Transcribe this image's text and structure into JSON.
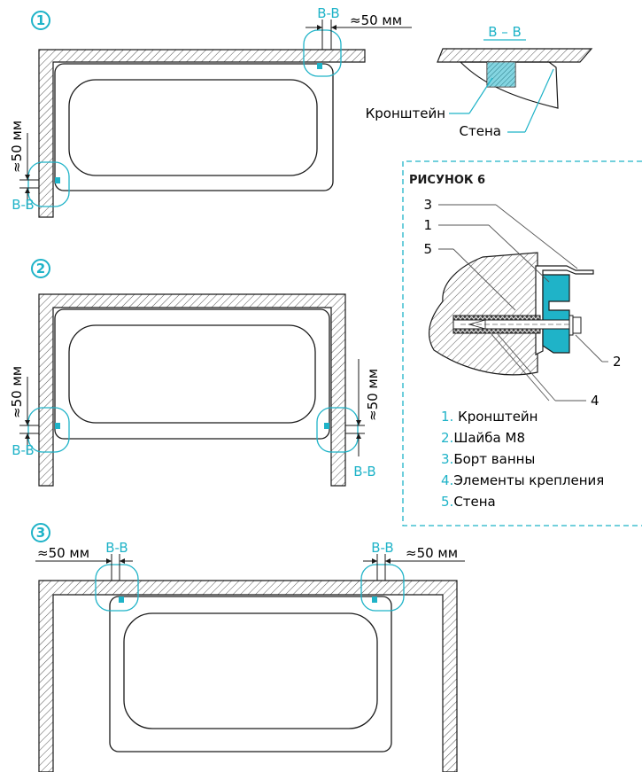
{
  "colors": {
    "accent": "#1fb3c8",
    "line": "#1a1a1a",
    "hatch": "#555555"
  },
  "variant_1": {
    "number": "1",
    "section_top": "B-B",
    "section_side": "B-B",
    "dim_top": "≈50 мм",
    "dim_side": "≈50 мм"
  },
  "variant_2": {
    "number": "2",
    "section_left": "B-B",
    "section_right": "B-B",
    "dim_left": "≈50 мм",
    "dim_right": "≈50 мм"
  },
  "variant_3": {
    "number": "3",
    "section_left": "B-B",
    "section_right": "B-B",
    "dim_left": "≈50 мм",
    "dim_right": "≈50 мм"
  },
  "section_detail": {
    "title": "B – B",
    "label_bracket": "Кронштейн",
    "label_wall": "Стена"
  },
  "figure6": {
    "title": "РИСУНОК 6",
    "callouts": [
      "3",
      "1",
      "5",
      "2",
      "4"
    ],
    "legend": [
      {
        "num": "1.",
        "text": " Кронштейн"
      },
      {
        "num": "2.",
        "text": "Шайба М8"
      },
      {
        "num": "3.",
        "text": "Борт ванны"
      },
      {
        "num": "4.",
        "text": "Элементы крепления"
      },
      {
        "num": "5.",
        "text": "Стена"
      }
    ]
  }
}
